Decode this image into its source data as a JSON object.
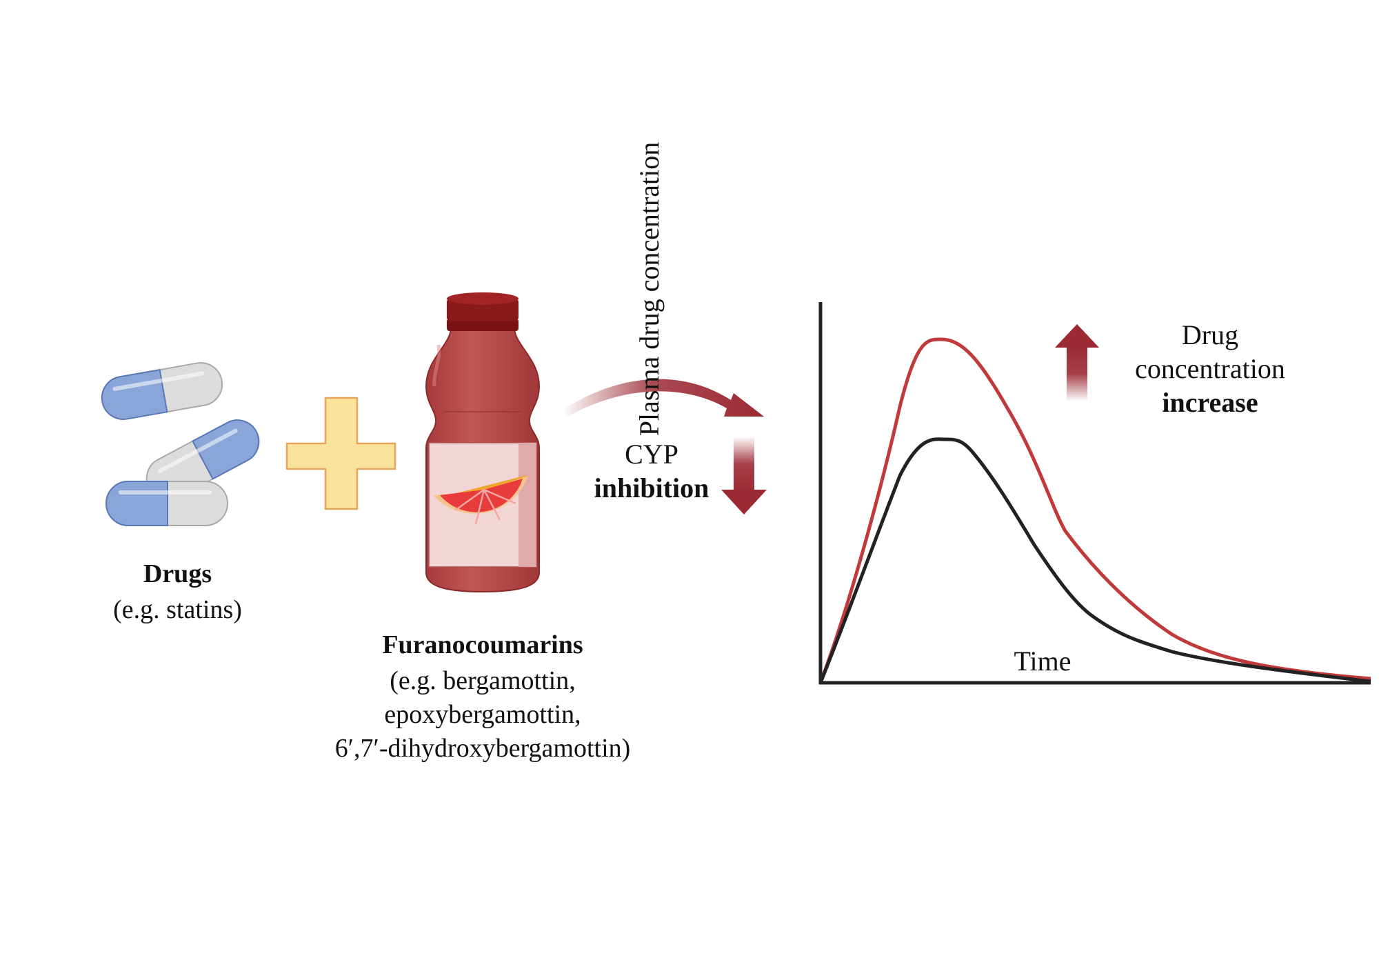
{
  "drugs": {
    "title": "Drugs",
    "example": "(e.g. statins)"
  },
  "furanocoumarins": {
    "title": "Furanocoumarins",
    "line1": "(e.g. bergamottin,",
    "line2": "epoxybergamottin,",
    "line3": "6′,7′-dihydroxybergamottin)"
  },
  "cyp": {
    "line1": "CYP",
    "line2": "inhibition"
  },
  "increase": {
    "line1": "Drug",
    "line2": "concentration",
    "line3": "increase"
  },
  "chart": {
    "ylabel": "Plasma drug concentration",
    "xlabel": "Time"
  },
  "colors": {
    "capsule_blue": "#8aa6d8",
    "capsule_grey": "#dcdcdc",
    "plus": "#f9e29a",
    "bottle": "#b84c4c",
    "cap": "#8a1a1a",
    "arrow": "#9b2a33",
    "curve_red": "#c0393b",
    "curve_black": "#222222"
  }
}
